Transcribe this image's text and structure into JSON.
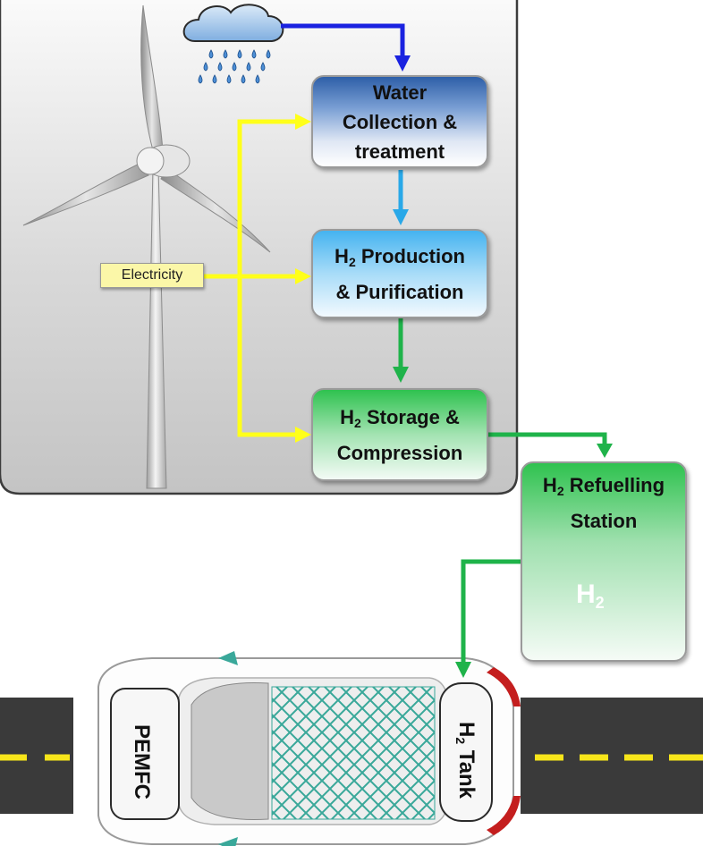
{
  "boxes": {
    "water": {
      "line1": "Water",
      "line2": "Collection &",
      "line3": "treatment"
    },
    "production": {
      "h": "H",
      "sub": "2",
      "line1_rest": " Production",
      "line2": "& Purification"
    },
    "storage": {
      "h": "H",
      "sub": "2",
      "line1_rest": " Storage &",
      "line2": "Compression"
    },
    "station": {
      "h": "H",
      "sub": "2",
      "line1_rest": " Refuelling",
      "line2": "Station"
    }
  },
  "labels": {
    "electricity": "Electricity",
    "pemfc": "PEMFC",
    "tank_h": "H",
    "tank_sub": "2",
    "tank_rest": " Tank",
    "pump_h": "H",
    "pump_sub": "2"
  },
  "colors": {
    "blue_arrow": "#1a22e0",
    "light_blue_arrow": "#29a8e8",
    "green_arrow": "#1fb34a",
    "electricity_arrow": "#ffff1a",
    "road": "#3a3a3a",
    "road_stripe": "#f7e51a",
    "panel": "#d6d6d6",
    "car_roof_pattern": "#3aa89a",
    "car_accent": "#c41e1e"
  }
}
